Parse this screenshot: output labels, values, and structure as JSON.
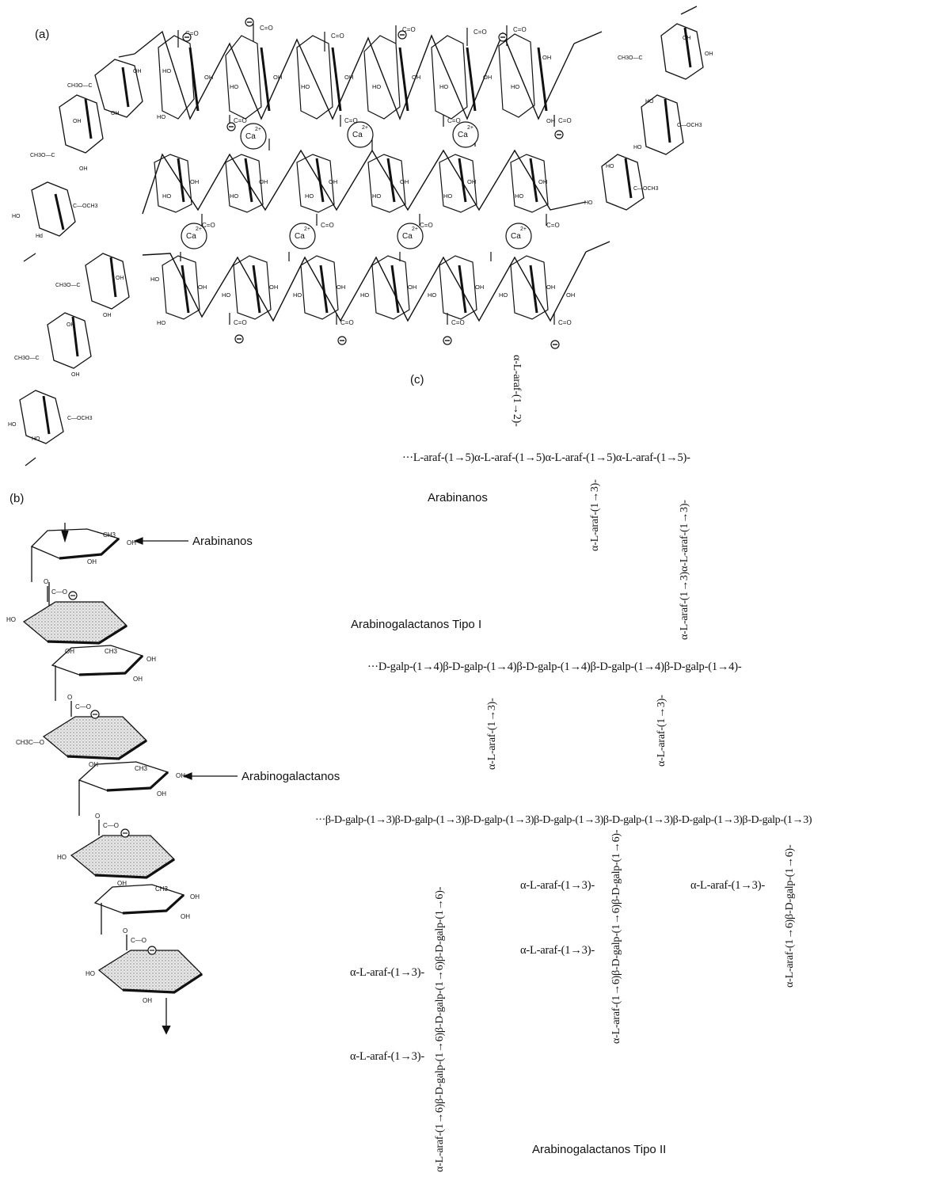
{
  "panel_labels": {
    "a": "(a)",
    "b": "(b)",
    "c": "(c)"
  },
  "ion_label": "Ca",
  "ion_charge": "2+",
  "group_labels": {
    "oh": "OH",
    "ho": "HO",
    "carboxyl": "C=O",
    "ester": "C—OCH3",
    "methoxy_ester": "CH3O—C",
    "acetyl": "CH3C—O",
    "methyl": "CH3",
    "oxygen": "O"
  },
  "b_arrows": {
    "arabinanos": "Arabinanos",
    "arabinogalactanos": "Arabinogalactanos"
  },
  "c": {
    "arabinanos": {
      "caption": "Arabinanos",
      "main_chain": "···L-araf-(1→5)α-L-araf-(1→5)α-L-araf-(1→5)α-L-araf-(1→5)-",
      "branch_top": "α-L-araf-(1→2)-",
      "branch_1": "α-L-araf-(1→3)-",
      "branch_2": "α-L-araf-(1→3)α-L-araf-(1→3)-"
    },
    "type1": {
      "caption": "Arabinogalactanos Tipo I",
      "main_chain": "···D-galp-(1→4)β-D-galp-(1→4)β-D-galp-(1→4)β-D-galp-(1→4)β-D-galp-(1→4)-",
      "branch_1": "α-L-araf-(1→3)-",
      "branch_2": "α-L-araf-(1→3)-"
    },
    "type2": {
      "caption": "Arabinogalactanos Tipo II",
      "main_chain": "···β-D-galp-(1→3)β-D-galp-(1→3)β-D-galp-(1→3)β-D-galp-(1→3)β-D-galp-(1→3)β-D-galp-(1→3)β-D-galp-(1→3)",
      "vert_1": "α-L-araf-(1→6)β-D-galp-(1→6)β-D-galp-(1→6)β-D-galp-(1→6)-",
      "vert_2": "α-L-araf-(1→6)β-D-galp-(1→6)β-D-galp-(1→6)-",
      "vert_3": "α-L-araf-(1→6)β-D-galp-(1→6)-",
      "side_1": "α-L-araf-(1→3)-",
      "side_2": "α-L-araf-(1→3)-",
      "side_3": "α-L-araf-(1→3)-",
      "side_4": "α-L-araf-(1→3)-",
      "side_5": "α-L-araf-(1→3)-"
    }
  }
}
